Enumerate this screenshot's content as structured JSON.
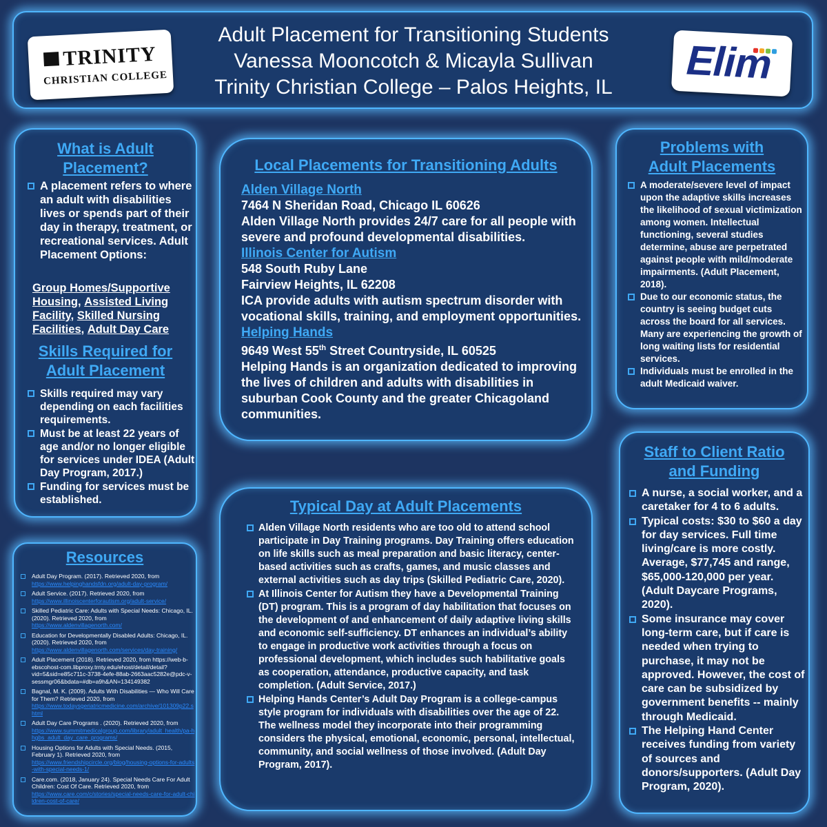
{
  "header": {
    "title_line1": "Adult Placement for Transitioning Students",
    "title_line2": "Vanessa Mooncotch & Micayla Sullivan",
    "title_line3": "Trinity Christian College – Palos Heights, IL",
    "logo_left_top": "TRINITY",
    "logo_left_bottom": "CHRISTIAN COLLEGE",
    "logo_right": "Elim"
  },
  "what": {
    "title_l1": "What is Adult",
    "title_l2": "Placement?",
    "bullet": "A placement refers to where an adult with disabilities lives or spends part of their day in therapy, treatment, or recreational services. Adult Placement Options:",
    "opt1": "Group Homes/Supportive Housing",
    "opt2": "Assisted Living Facility",
    "opt3": "Skilled Nursing Facilities",
    "opt4": "Adult Day Care",
    "sep": ","
  },
  "skills": {
    "title_l1": "Skills Required for",
    "title_l2": "Adult Placement",
    "bullets": [
      "Skills required may vary depending on each facilities requirements.",
      "Must be at least 22 years of age and/or no longer eligible for services under IDEA (Adult Day Program, 2017.)",
      "Funding for services must be established."
    ]
  },
  "resources": {
    "title": "Resources",
    "items": [
      {
        "text": "Adult Day Program. (2017). Retrieved 2020, from",
        "url": "https://www.helpinghandsfdn.org/adult-day-program/"
      },
      {
        "text": "Adult Service. (2017). Retrieved 2020, from",
        "url": "https://www.illinoiscenterforautism.org/adult-service/"
      },
      {
        "text": "Skilled Pediatric Care: Adults with Special Needs: Chicago, IL. (2020). Retrieved 2020, from",
        "url": "https://www.aldenvillagenorth.com/"
      },
      {
        "text": "Education for Developmentally Disabled Adults: Chicago, IL. (2020). Retrieved 2020, from",
        "url": "https://www.aldenvillagenorth.com/services/day-training/"
      },
      {
        "text": "Adult Placement (2018). Retrieved 2020, from https://web-b-ebscohost-com.libproxy.trnty.edu/ehost/detail/detail?vid=5&sid=e85c711c-3738-4efe-88ab-2663aac5282e@pdc-v-sessmgr06&bdata=#db=a9h&AN=134149382",
        "url": ""
      },
      {
        "text": "Bagnal, M. K. (2009). Adults With Disabilities — Who Will Care for Them? Retrieved 2020, from",
        "url": "https://www.todaysgeriatricmedicine.com/archive/101309p22.shtml"
      },
      {
        "text": "Adult Day Care Programs . (2020). Retrieved 2020, from",
        "url": "https://www.summitmedicalgroup.com/library/adult_health/pa-hhgbs_adult_day_care_programs/"
      },
      {
        "text": "Housing Options for Adults with Special Needs. (2015, February 1). Retrieved 2020, from",
        "url": "https://www.friendshipcircle.org/blog/housing-options-for-adults-with-special-needs-1/"
      },
      {
        "text": "Care.com. (2018, January 24). Special Needs Care For Adult Children: Cost Of Care. Retrieved 2020, from",
        "url": "https://www.care.com/c/stories/special-needs-care-for-adult-children-cost-of-care/"
      }
    ]
  },
  "local": {
    "title": "Local Placements for Transitioning Adults",
    "org1_name": "Alden Village North",
    "org1_addr": "7464 N Sheridan Road, Chicago IL 60626",
    "org1_desc": "Alden Village North provides 24/7 care for all people with severe and profound developmental disabilities.",
    "org2_name": "Illinois Center for Autism",
    "org2_addr1": "548 South Ruby Lane",
    "org2_addr2": "Fairview Heights, IL 62208",
    "org2_desc": "ICA provide adults with autism spectrum disorder with vocational skills, training, and employment opportunities.",
    "org3_name": "Helping Hands",
    "org3_addr_a": "9649 West 55",
    "org3_addr_sup": "th",
    "org3_addr_b": " Street Countryside, IL 60525",
    "org3_desc": "Helping Hands is an organization dedicated to improving the lives of children and adults with disabilities in suburban Cook County and the greater Chicagoland communities."
  },
  "typical": {
    "title": "Typical Day at Adult Placements",
    "bullets": [
      "Alden Village North residents who are too old to attend school participate in Day Training programs. Day Training offers education on life skills such as meal preparation and basic literacy, center-based activities such as crafts, games, and music classes and external activities such as day trips (Skilled Pediatric Care, 2020).",
      "At Illinois Center for Autism they have a Developmental Training (DT) program. This is a program of day habilitation that focuses on the development of and enhancement of daily adaptive living skills and economic self-sufficiency. DT enhances an individual’s ability to engage in productive work activities through a focus on professional development, which includes such habilitative goals as cooperation, attendance, productive capacity, and task completion. (Adult Service, 2017.)",
      "Helping Hands Center’s Adult Day Program is a college-campus style program for individuals with disabilities over the age of 22. The wellness model they incorporate into their programming considers the physical, emotional, economic, personal, intellectual, community, and social wellness of those involved. (Adult Day Program, 2017)."
    ]
  },
  "problems": {
    "title_l1": "Problems with",
    "title_l2": "Adult Placements",
    "bullets": [
      "A moderate/severe level of impact upon the adaptive skills increases the likelihood of sexual victimization among women. Intellectual functioning, several studies determine, abuse are perpetrated against people with mild/moderate impairments. (Adult Placement, 2018).",
      "Due to our economic status, the country is seeing budget cuts across the board for all services. Many are experiencing the growth of long waiting lists for residential services.",
      "Individuals must be enrolled in the adult Medicaid waiver."
    ]
  },
  "staff": {
    "title_l1": "Staff to Client Ratio",
    "title_l2": "and Funding",
    "bullets": [
      "A nurse, a social worker, and a caretaker for 4 to 6 adults.",
      "Typical costs: $30 to $60 a day for day services. Full time living/care is more costly. Average, $77,745 and range, $65,000-120,000 per year. (Adult Daycare Programs, 2020).",
      "Some insurance may cover long-term care, but if care is needed when trying to purchase, it may not be approved. However, the cost of care can be subsidized by government benefits -- mainly through Medicaid.",
      "The Helping Hand Center receives funding from variety of sources and donors/supporters. (Adult Day Program, 2020)."
    ]
  },
  "colors": {
    "background": "#1d3461",
    "panel": "#1a3a6b",
    "glow": "#4fb6ff",
    "heading": "#3fa9f5",
    "link": "#2a8bff"
  }
}
